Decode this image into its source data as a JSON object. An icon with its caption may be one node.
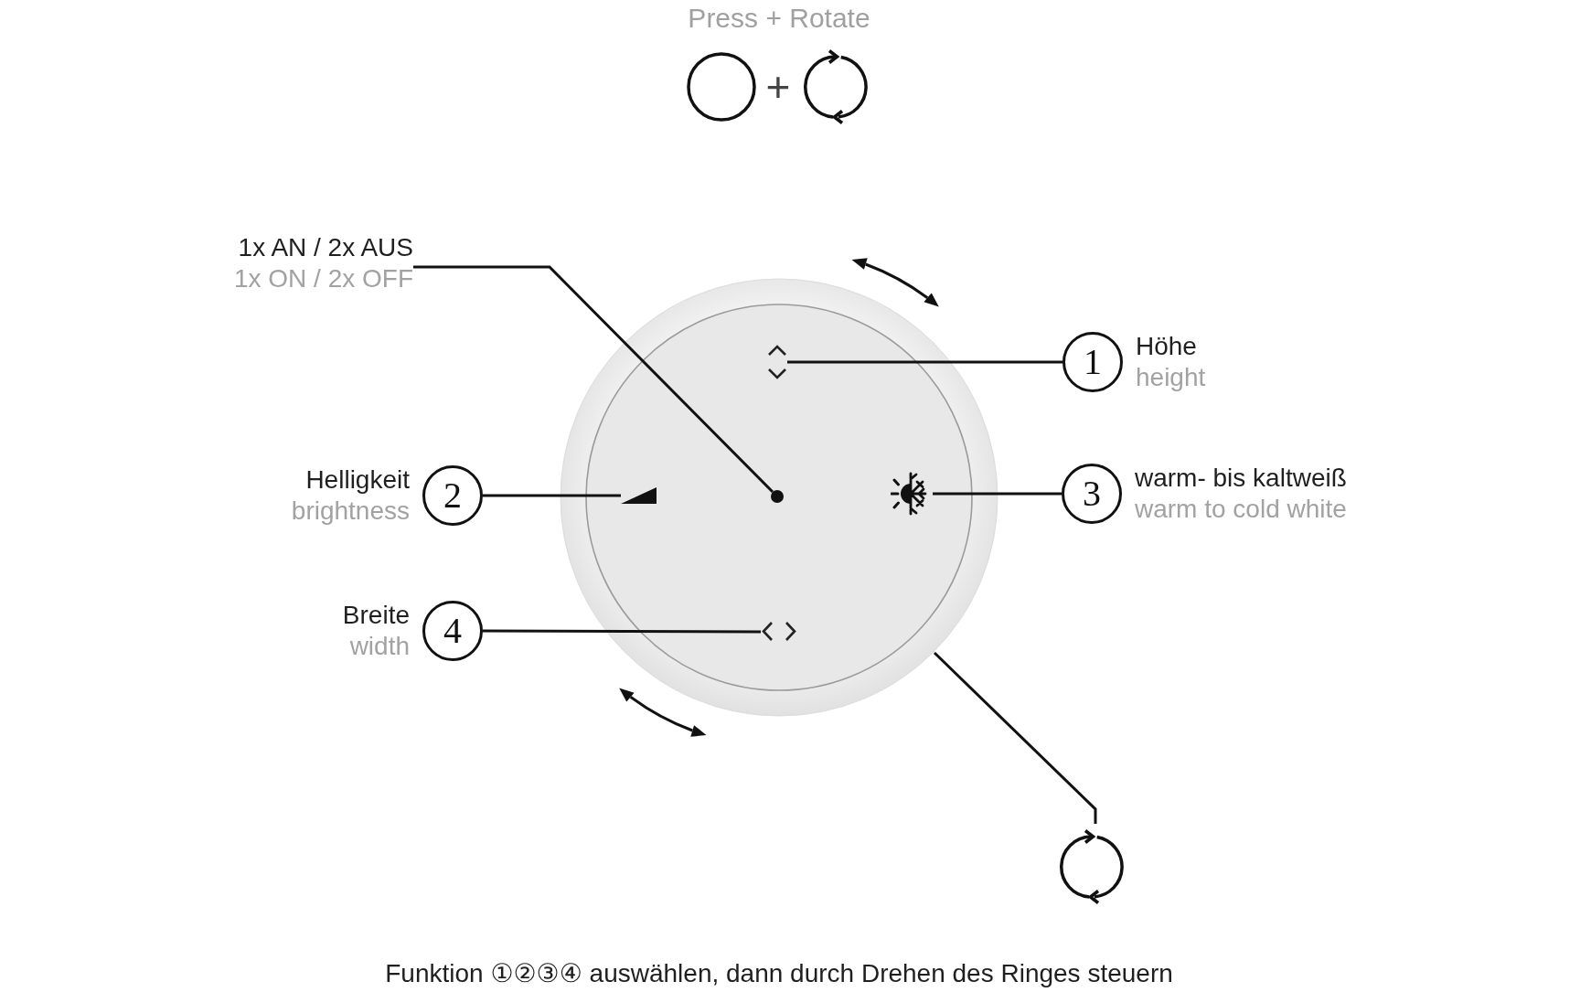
{
  "diagram": {
    "caption": "Funktion ①②③④ auswählen, dann durch Drehen des Ringes steuern",
    "nodes": [
      {
        "text": [
          "1x AN / 2x AUS",
          "1x ON / 2x OFF"
        ]
      },
      {
        "text": [],
        "shape": "circle"
      },
      {
        "text": [],
        "shape": "circle",
        "in": 1
      },
      {
        "text": [],
        "shape": "picture",
        "in": 1
      },
      {
        "text": [],
        "shape": "picture",
        "in": 1
      },
      {
        "text": [],
        "shape": "picture",
        "in": 1
      },
      {
        "text": [],
        "shape": "picture",
        "in": 1
      },
      {
        "text": [
          "1"
        ],
        "beside": [
          "Höhe",
          "height"
        ]
      },
      {
        "text": [
          "2"
        ],
        "beside": [
          "Helligkeit",
          "brightness"
        ]
      },
      {
        "text": [
          "3"
        ],
        "beside": [
          "warm- bis kaltweiß",
          "warm to cold white"
        ]
      },
      {
        "text": [
          "4"
        ],
        "beside": [
          "Breite",
          "width"
        ]
      },
      {
        "text": [],
        "shape": "picture"
      }
    ],
    "edges": [
      {
        "from": 0,
        "to": 2,
        "arrow": "none"
      },
      {
        "from": 7,
        "to": 3,
        "arrow": "none"
      },
      {
        "from": 8,
        "to": 4,
        "arrow": "none"
      },
      {
        "from": 9,
        "to": 5,
        "arrow": "none"
      },
      {
        "from": 10,
        "to": 6,
        "arrow": "none"
      },
      {
        "from": 11,
        "to": 1,
        "arrow": "none"
      }
    ],
    "labels": [
      "Press + Rotate",
      "+"
    ]
  }
}
